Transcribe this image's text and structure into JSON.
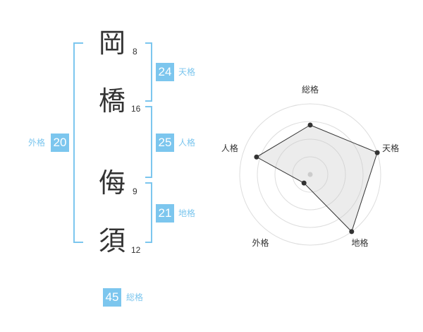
{
  "name": {
    "chars": [
      {
        "char": "岡",
        "strokes": "8"
      },
      {
        "char": "橋",
        "strokes": "16"
      },
      {
        "char": "侮",
        "strokes": "9"
      },
      {
        "char": "須",
        "strokes": "12"
      }
    ]
  },
  "fortunes": {
    "tenkaku": {
      "value": "24",
      "label": "天格"
    },
    "jinkaku": {
      "value": "25",
      "label": "人格"
    },
    "chikaku": {
      "value": "21",
      "label": "地格"
    },
    "gaikaku": {
      "value": "20",
      "label": "外格"
    },
    "soukaku": {
      "value": "45",
      "label": "総格"
    }
  },
  "colors": {
    "accent": "#7cc6ee",
    "text": "#333333"
  },
  "chart_data": {
    "type": "radar",
    "axes": [
      "総格",
      "天格",
      "地格",
      "外格",
      "人格"
    ],
    "values": [
      0.7,
      1.0,
      1.0,
      0.15,
      0.8
    ],
    "rings": 4,
    "max": 1.0
  }
}
